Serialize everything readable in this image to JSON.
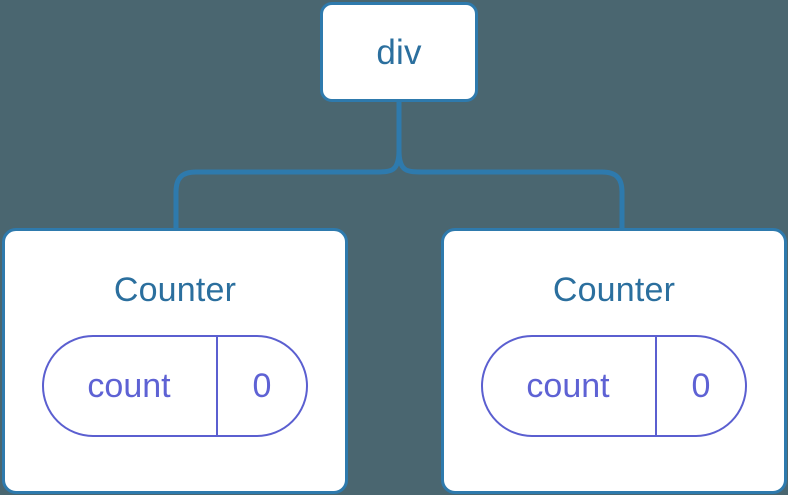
{
  "diagram": {
    "type": "component-tree",
    "background_color": "#4a6670",
    "accent_color": "#2e7aad",
    "state_color": "#5b5fd0"
  },
  "root": {
    "label": "div"
  },
  "edges": [
    {
      "from": "div",
      "to": "Counter-left"
    },
    {
      "from": "div",
      "to": "Counter-right"
    }
  ],
  "components": [
    {
      "title": "Counter",
      "state": {
        "key": "count",
        "value": "0"
      }
    },
    {
      "title": "Counter",
      "state": {
        "key": "count",
        "value": "0"
      }
    }
  ]
}
